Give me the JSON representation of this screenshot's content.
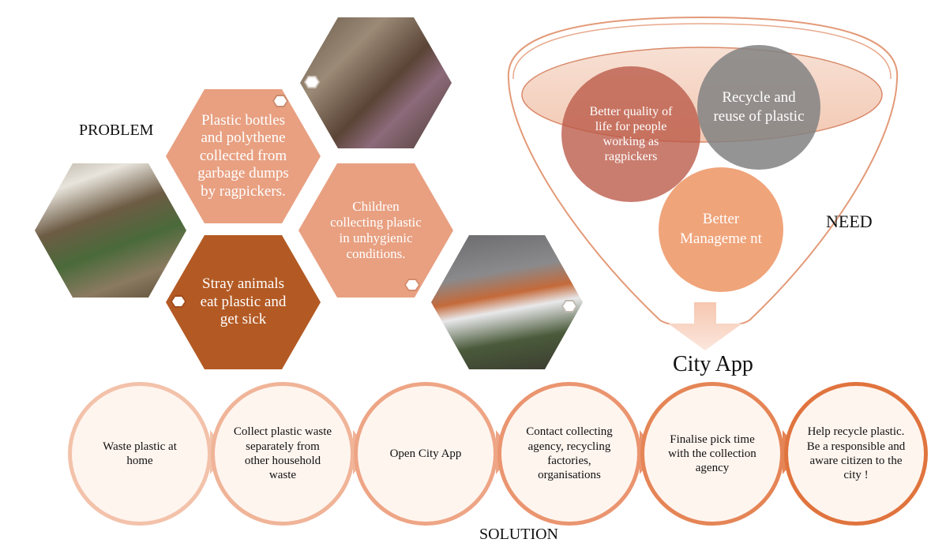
{
  "labels": {
    "problem": "PROBLEM",
    "need": "NEED",
    "city_app": "City App",
    "solution": "SOLUTION"
  },
  "problem": {
    "hex_bottles": "Plastic bottles and polythene collected from garbage dumps by ragpickers.",
    "hex_animals": "Stray animals eat plastic and get sick",
    "hex_children": "Children collecting plastic in unhygienic conditions."
  },
  "need": {
    "quality": "Better quality of life for people working as ragpickers",
    "recycle": "Recycle and reuse of plastic",
    "management": "Better Manageme nt"
  },
  "solution_steps": [
    "Waste plastic at home",
    "Collect plastic waste separately from other household waste",
    "Open City App",
    "Contact collecting agency, recycling factories, organisations",
    "Finalise pick time with the collection agency",
    "Help recycle plastic. Be a responsible and aware citizen to the city !"
  ],
  "colors": {
    "hex_light": "#e8a081",
    "hex_dark": "#b35a24",
    "bubble_red": "#c9705e",
    "bubble_gray": "#8a8a8a",
    "bubble_orange": "#f0a47a",
    "step_border": "#e89a72",
    "step_fill": "#fff5ef"
  },
  "icons": {
    "photo": "photo-placeholder",
    "mini_hex": "small-hexagon-outline-icon"
  }
}
